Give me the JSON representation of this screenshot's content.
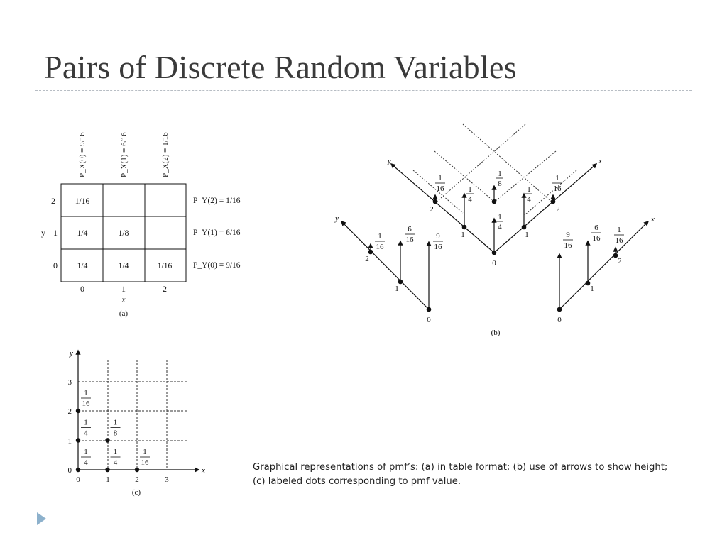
{
  "slide": {
    "title": "Pairs of Discrete Random Variables",
    "caption_line1": "Graphical representations of pmf’s: (a) in table format; (b) use of arrows to show height;",
    "caption_line2": "(c) labeled dots corresponding to pmf value."
  },
  "panel_a": {
    "label": "(a)",
    "col_headers": [
      "P_X(0) = 9/16",
      "P_X(1) = 6/16",
      "P_X(2) = 1/16"
    ],
    "row_labels": [
      "2",
      "1",
      "0"
    ],
    "y_axis": "y",
    "x_axis": "x",
    "x_ticks": [
      "0",
      "1",
      "2"
    ],
    "cells": [
      [
        "1/16",
        "",
        ""
      ],
      [
        "1/4",
        "1/8",
        ""
      ],
      [
        "1/4",
        "1/4",
        "1/16"
      ]
    ],
    "row_marginals": [
      "P_Y(2) = 1/16",
      "P_Y(1) = 6/16",
      "P_Y(0) = 9/16"
    ]
  },
  "panel_b": {
    "label": "(b)",
    "axis_x": "x",
    "axis_y": "y",
    "joint_fracs": [
      [
        "1",
        "16"
      ],
      [
        "1",
        "4"
      ],
      [
        "1",
        "8"
      ],
      [
        "1",
        "4"
      ],
      [
        "1",
        "16"
      ],
      [
        "1",
        "4"
      ]
    ],
    "tick_labels": [
      "0",
      "1",
      "1",
      "2",
      "2"
    ],
    "left_fracs": [
      [
        "1",
        "16"
      ],
      [
        "6",
        "16"
      ],
      [
        "9",
        "16"
      ]
    ],
    "left_ticks": [
      "0",
      "1",
      "2"
    ],
    "left_axis": "y",
    "right_fracs": [
      [
        "9",
        "16"
      ],
      [
        "6",
        "16"
      ],
      [
        "1",
        "16"
      ]
    ],
    "right_ticks": [
      "0",
      "1",
      "2"
    ],
    "right_axis": "x"
  },
  "panel_c": {
    "label": "(c)",
    "axis_x": "x",
    "axis_y": "y",
    "x_ticks": [
      "0",
      "1",
      "2",
      "3"
    ],
    "y_ticks": [
      "0",
      "1",
      "2",
      "3"
    ],
    "points": [
      {
        "x": 0,
        "y": 0,
        "num": "1",
        "den": "4"
      },
      {
        "x": 1,
        "y": 0,
        "num": "1",
        "den": "4"
      },
      {
        "x": 2,
        "y": 0,
        "num": "1",
        "den": "16"
      },
      {
        "x": 0,
        "y": 1,
        "num": "1",
        "den": "4"
      },
      {
        "x": 1,
        "y": 1,
        "num": "1",
        "den": "8"
      },
      {
        "x": 0,
        "y": 2,
        "num": "1",
        "den": "16"
      }
    ]
  }
}
